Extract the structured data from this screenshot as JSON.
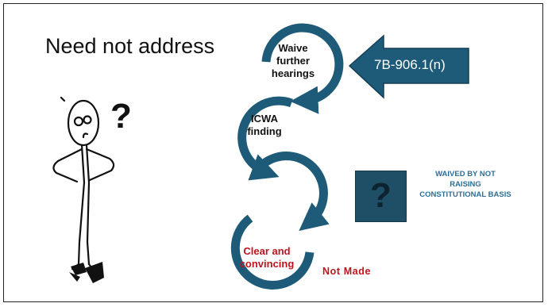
{
  "slide": {
    "title": "Need not address",
    "question_mark": "?",
    "steps": [
      {
        "label_lines": [
          "Waive",
          "further",
          "hearings"
        ],
        "color": "#111111"
      },
      {
        "label_lines": [
          "ICWA",
          "finding"
        ],
        "color": "#111111"
      },
      {
        "label_lines": [
          "Clear and",
          "convincing"
        ],
        "color": "#c1121f"
      }
    ],
    "statute_arrow": {
      "label": "7B-906.1(n)"
    },
    "question_box": {
      "symbol": "?"
    },
    "waived_note": "WAIVED BY NOT RAISING CONSTITUTIONAL BASIS",
    "not_made": "Not Made",
    "colors": {
      "arrow_blue": "#1e5b79",
      "box_blue": "#1e4f66",
      "note_blue": "#2b6f96",
      "red": "#c1121f"
    }
  }
}
